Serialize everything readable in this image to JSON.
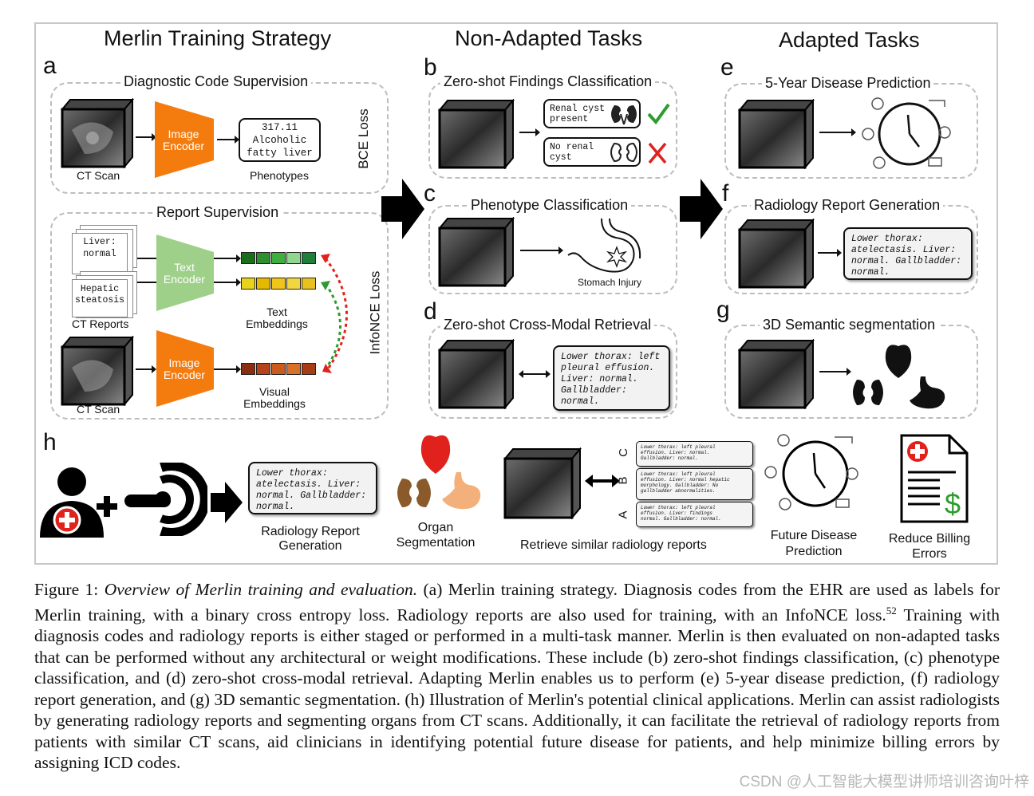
{
  "titles": {
    "training": "Merlin Training Strategy",
    "non_adapted": "Non-Adapted Tasks",
    "adapted": "Adapted Tasks"
  },
  "letters": {
    "a": "a",
    "b": "b",
    "c": "c",
    "d": "d",
    "e": "e",
    "f": "f",
    "g": "g",
    "h": "h"
  },
  "panel_a": {
    "diag_title": "Diagnostic Code Supervision",
    "ct_label": "CT Scan",
    "image_encoder": "Image Encoder",
    "phenotype_code": "317.11",
    "phenotype_line2": "Alcoholic",
    "phenotype_line3": "fatty liver",
    "phenotypes_label": "Phenotypes",
    "bce_loss": "BCE Loss",
    "report_title": "Report Supervision",
    "report1_line1": "Liver:",
    "report1_line2": "normal",
    "report2_line1": "Hepatic",
    "report2_line2": "steatosis",
    "ct_reports_label": "CT Reports",
    "text_encoder": "Text Encoder",
    "text_embeddings": "Text Embeddings",
    "image_encoder_2": "Image Encoder",
    "visual_embeddings": "Visual Embeddings",
    "ct_label_2": "CT Scan",
    "infonce_loss": "InfoNCE Loss"
  },
  "panel_b": {
    "title": "Zero-shot Findings Classification",
    "box1_line1": "Renal cyst",
    "box1_line2": "present",
    "box2_line1": "No renal",
    "box2_line2": "cyst"
  },
  "panel_c": {
    "title": "Phenotype Classification",
    "label": "Stomach Injury"
  },
  "panel_d": {
    "title": "Zero-shot Cross-Modal Retrieval",
    "report": "Lower thorax: left\npleural effusion.\nLiver: normal.\nGallbladder:\nnormal."
  },
  "panel_e": {
    "title": "5-Year Disease Prediction"
  },
  "panel_f": {
    "title": "Radiology Report Generation",
    "report": "Lower thorax:\natelectasis. Liver:\nnormal. Gallbladder:\nnormal."
  },
  "panel_g": {
    "title": "3D Semantic segmentation"
  },
  "panel_h": {
    "report": "Lower thorax:\natelectasis. Liver:\nnormal. Gallbladder:\nnormal.",
    "report_gen_label": "Radiology Report Generation",
    "organ_seg_label": "Organ Segmentation",
    "retrieve_label": "Retrieve similar radiology reports",
    "option_c": "C",
    "option_b": "B",
    "option_a": "A",
    "report_c": "Lower thorax: left pleural\neffusion. Liver: normal.\nGallbladder: normal.",
    "report_b": "Lower thorax: left pleural\neffusion. Liver: normal hepatic\nmorphology. Gallbladder: No\ngallbladder abnormalities.",
    "report_a": "Lower thorax: left pleural\neffusion. Liver: findings\nnormal. Gallbladder: normal.",
    "future_label": "Future Disease Prediction",
    "billing_label": "Reduce Billing Errors"
  },
  "caption": {
    "fig": "Figure 1:",
    "title": "Overview of Merlin training and evaluation.",
    "body1": "(a) Merlin training strategy. Diagnosis codes from the EHR are used as labels for Merlin training, with a binary cross entropy loss. Radiology reports are also used for training, with an InfoNCE loss.",
    "sup": "52",
    "body2": "Training with diagnosis codes and radiology reports is either staged or performed in a multi-task manner. Merlin is then evaluated on non-adapted tasks that can be performed without any architectural or weight modifications. These include (b) zero-shot findings classification, (c) phenotype classification, and (d) zero-shot cross-modal retrieval. Adapting Merlin enables us to perform (e) 5-year disease prediction, (f) radiology report generation, and (g) 3D semantic segmentation. (h) Illustration of Merlin's potential clinical applications. Merlin can assist radiologists by generating radiology reports and segmenting organs from CT scans. Additionally, it can facilitate the retrieval of radiology reports from patients with similar CT scans, aid clinicians in identifying potential future disease for patients, and help minimize billing errors by assigning ICD codes."
  },
  "watermark": "CSDN @人工智能大模型讲师培训咨询叶梓",
  "colors": {
    "encoder_orange": "#f47c0f",
    "text_encoder_green": "#9fd08a",
    "check_green": "#2e9b2e",
    "cross_red": "#e0211c",
    "text_emb_1": [
      "#1a6e1a",
      "#2f8f2f",
      "#3fae3f",
      "#8fd68f",
      "#1f7f3a"
    ],
    "text_emb_2": [
      "#e8d21a",
      "#e6b800",
      "#f0c419",
      "#f2d640",
      "#e8c020"
    ],
    "visual_emb": [
      "#8a2e12",
      "#b5441a",
      "#c95a20",
      "#d9702a",
      "#a83c14"
    ]
  }
}
